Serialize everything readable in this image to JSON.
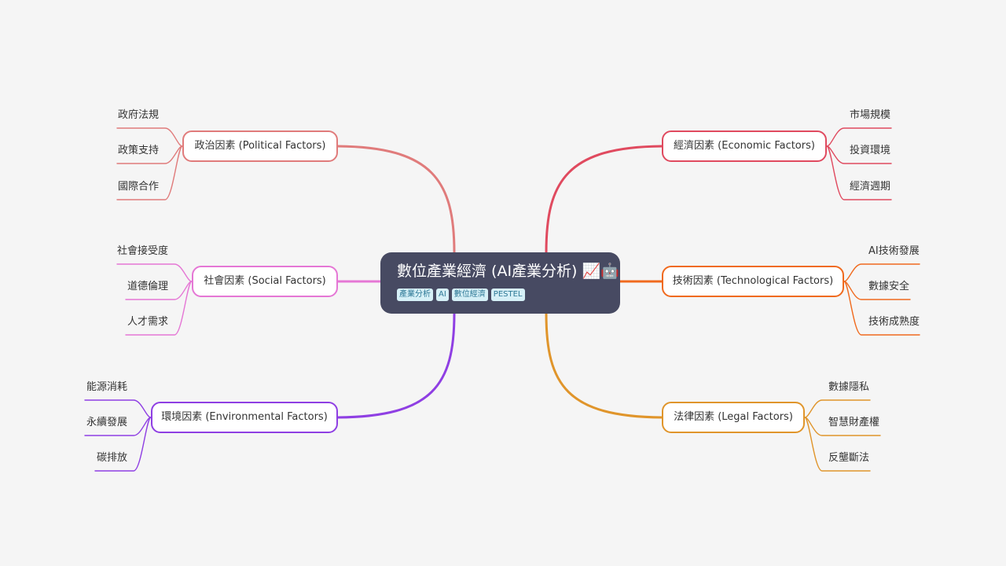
{
  "root": {
    "title": "數位產業經濟 (AI產業分析) 📈🤖",
    "tags": [
      "產業分析",
      "AI",
      "數位經濟",
      "PESTEL"
    ]
  },
  "branches": [
    {
      "id": "political",
      "side": "left",
      "label": "政治因素 (Political Factors)",
      "color": "#e07b7b",
      "children": [
        "政府法規",
        "政策支持",
        "國際合作"
      ]
    },
    {
      "id": "social",
      "side": "left",
      "label": "社會因素 (Social Factors)",
      "color": "#e577d5",
      "children": [
        "社會接受度",
        "道德倫理",
        "人才需求"
      ]
    },
    {
      "id": "environmental",
      "side": "left",
      "label": "環境因素 (Environmental Factors)",
      "color": "#8f3fe3",
      "children": [
        "能源消耗",
        "永續發展",
        "碳排放"
      ]
    },
    {
      "id": "economic",
      "side": "right",
      "label": "經濟因素 (Economic Factors)",
      "color": "#e04a5f",
      "children": [
        "市場規模",
        "投資環境",
        "經濟週期"
      ]
    },
    {
      "id": "technological",
      "side": "right",
      "label": "技術因素 (Technological Factors)",
      "color": "#f06a1e",
      "children": [
        "AI技術發展",
        "數據安全",
        "技術成熟度"
      ]
    },
    {
      "id": "legal",
      "side": "right",
      "label": "法律因素 (Legal Factors)",
      "color": "#e0952b",
      "children": [
        "數據隱私",
        "智慧財產權",
        "反壟斷法"
      ]
    }
  ]
}
